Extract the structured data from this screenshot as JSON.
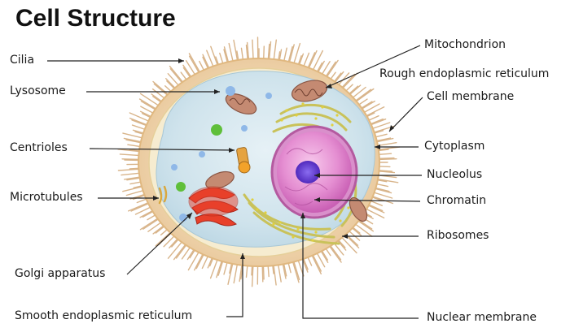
{
  "title": "Cell Structure",
  "labels": {
    "cilia": "Cilia",
    "lysosome": "Lysosome",
    "centrioles": "Centrioles",
    "microtubules": "Microtubules",
    "golgi": "Golgi apparatus",
    "smooth_er": "Smooth endoplasmic reticulum",
    "mitochondrion": "Mitochondrion",
    "rough_er": "Rough endoplasmic reticulum",
    "cell_membrane": "Cell membrane",
    "cytoplasm": "Cytoplasm",
    "nucleolus": "Nucleolus",
    "chromatin": "Chromatin",
    "ribosomes": "Ribosomes",
    "nuclear_membrane": "Nuclear membrane"
  },
  "colors": {
    "cilia": "#d8b48a",
    "membrane": "#f3e7c4",
    "cytoplasm": "#cfe3ec",
    "nucleus": "#e8a0d8",
    "nucleolus": "#6a3fd6",
    "golgi": "#e8402a",
    "er": "#c9c25a",
    "mitochondria": "#b8806a",
    "leader": "#222222"
  }
}
